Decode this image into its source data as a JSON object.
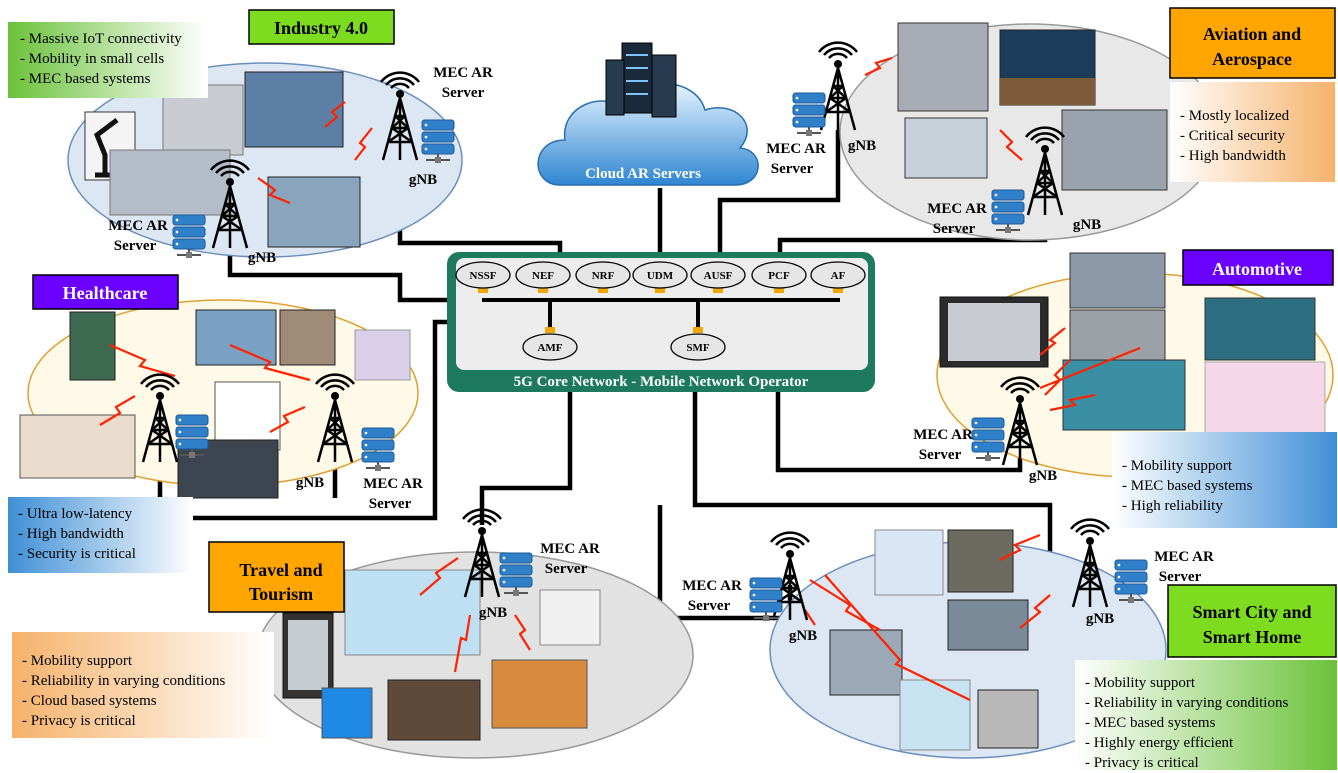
{
  "cloud": {
    "label": "Cloud AR Servers"
  },
  "core": {
    "title": "5G Core Network - Mobile Network Operator",
    "functions_top": [
      "NSSF",
      "NEF",
      "NRF",
      "UDM",
      "AUSF",
      "PCF",
      "AF"
    ],
    "functions_bottom": [
      "AMF",
      "SMF"
    ]
  },
  "labels": {
    "mec_line1": "MEC AR",
    "mec_line2": "Server",
    "gnb": "gNB"
  },
  "domains": {
    "industry": {
      "title": "Industry 4.0",
      "features": [
        "Massive IoT connectivity",
        "Mobility in small cells",
        "MEC based systems"
      ]
    },
    "aviation": {
      "title_line1": "Aviation and",
      "title_line2": "Aerospace",
      "features": [
        "Mostly localized",
        "Critical security",
        "High bandwidth"
      ]
    },
    "healthcare": {
      "title": "Healthcare",
      "features": [
        "Ultra low-latency",
        "High bandwidth",
        "Security is critical"
      ]
    },
    "automotive": {
      "title": "Automotive",
      "features": [
        "Mobility support",
        "MEC based systems",
        "High reliability"
      ]
    },
    "travel": {
      "title_line1": "Travel and",
      "title_line2": "Tourism",
      "features": [
        "Mobility support",
        "Reliability in varying conditions",
        "Cloud based systems",
        "Privacy is critical"
      ]
    },
    "smartcity": {
      "title_line1": "Smart City and",
      "title_line2": "Smart Home",
      "features": [
        "Mobility support",
        "Reliability in varying conditions",
        "MEC based systems",
        "Highly energy efficient",
        "Privacy is critical"
      ]
    }
  },
  "colors": {
    "core_green": "#1e7a5c",
    "purple_header": "#6a00ff",
    "green_header": "#7ddc1f",
    "orange_header": "#ffa500",
    "link_red": "#ff2200"
  }
}
